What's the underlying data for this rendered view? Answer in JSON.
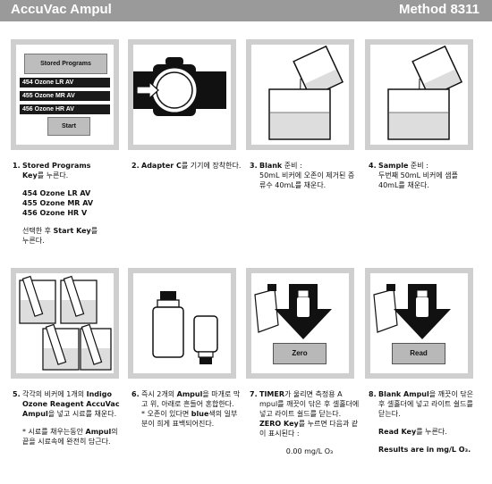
{
  "header": {
    "title": "AccuVac Ampul",
    "method": "Method 8311"
  },
  "panel1": {
    "screen_title": "Stored Programs",
    "items": [
      "454 Ozone LR AV",
      "455 Ozone MR AV",
      "456 Ozone HR AV"
    ],
    "start": "Start"
  },
  "panel7": {
    "button": "Zero"
  },
  "panel8": {
    "button": "Read"
  },
  "steps": {
    "s1": {
      "num": "1.",
      "bold": "Stored Programs",
      "bold2": "Key",
      "rest": "를 누른다.",
      "codes": [
        "454 Ozone LR AV",
        "455 Ozone MR AV",
        "456 Ozone HR V"
      ],
      "line": "선택한 후 ",
      "start": "Start Key",
      "line_end": "를",
      "end": "누른다."
    },
    "s2": {
      "num": "2.",
      "bold": "Adapter C",
      "text": "를 기기에 장착한다."
    },
    "s3": {
      "num": "3.",
      "bold": "Blank",
      "title_rest": " 준비 :",
      "text": "50mL 비커에 오존이 제거된 증류수 40mL를 채운다."
    },
    "s4": {
      "num": "4.",
      "bold": "Sample",
      "title_rest": " 준비 :",
      "text": "두번째 50mL 비커에 샘플 40mL를 채운다."
    },
    "s5": {
      "num": "5.",
      "text_a": "각각의 비커에 1개의 ",
      "bold_a": "Indigo Ozone Reagent AccuVac Ampul",
      "text_b": "을 넣고 시료를 채운다.",
      "note_a": "* 시료를 채우는동안 ",
      "note_bold": "Ampul",
      "note_b": "의 끝을 시료속에 완전히 담근다."
    },
    "s6": {
      "num": "6.",
      "text_a": "즉시 2개의 ",
      "bold_a": "Ampul",
      "text_b": "을 마개로 막고 위, 아래로 흔들어 혼합한다.",
      "note_a": "* 오존이 있다면 ",
      "note_bold": "blue",
      "note_b": "색의 일부분이 희게 표백되어진다."
    },
    "s7": {
      "num": "7.",
      "bold_a": "TIMER",
      "text_a": "가 울리면 측정용 A mpul를 깨끗이 닦은 후 셀홀더에 넣고 라이트 쉴드를 닫는다.",
      "bold_b": "ZERO Key",
      "text_b": "를 누르면 다음과 같이 표시된다 :",
      "reading": "0.00 mg/L O₃"
    },
    "s8": {
      "num": "8.",
      "bold_a": "Blank Ampul",
      "text_a": "을 깨끗이 닦은 후 셀홀더에 넣고 라이트 쉴드를 닫는다.",
      "bold_b": "Read Key",
      "text_b": "를 누른다.",
      "result": "Results are in mg/L O₃."
    }
  }
}
